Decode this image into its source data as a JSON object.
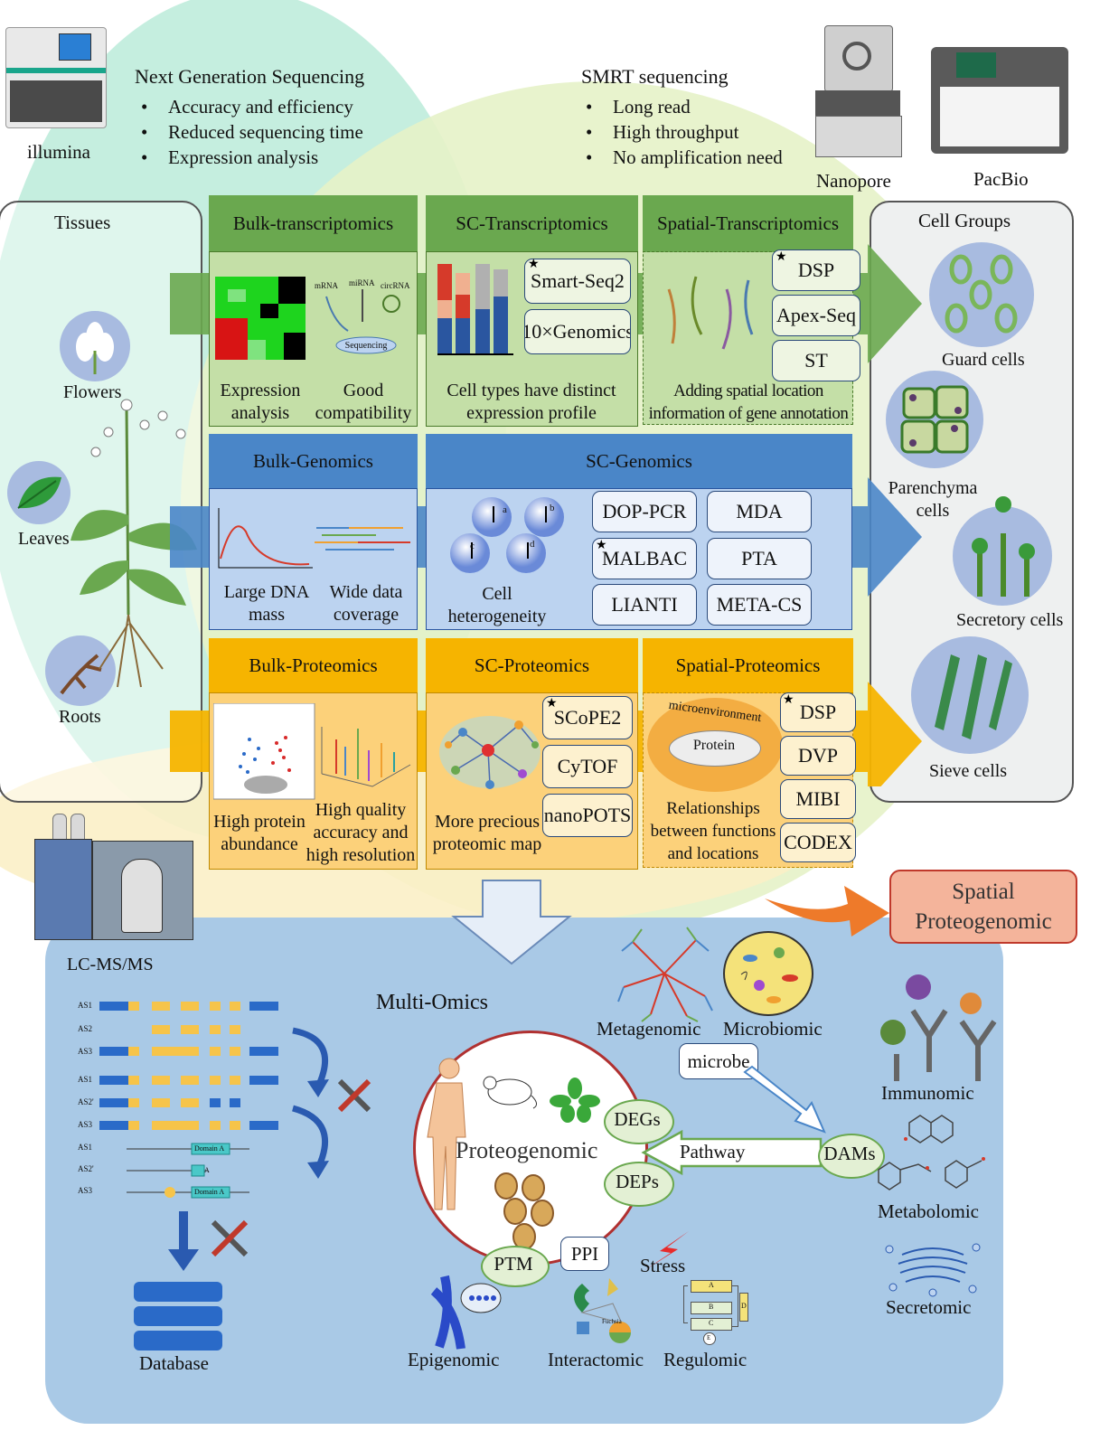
{
  "top": {
    "illumina_label": "illumina",
    "ngs_title": "Next Generation Sequencing",
    "ngs_bullets": [
      "Accuracy and efficiency",
      "Reduced sequencing time",
      "Expression analysis"
    ],
    "smrt_title": "SMRT sequencing",
    "smrt_bullets": [
      "Long read",
      "High throughput",
      "No amplification need"
    ],
    "nanopore_label": "Nanopore",
    "pacbio_label": "PacBio"
  },
  "tissues": {
    "title": "Tissues",
    "items": [
      "Flowers",
      "Leaves",
      "Roots"
    ]
  },
  "cell_groups": {
    "title": "Cell Groups",
    "items": [
      "Guard cells",
      "Parenchyma cells",
      "Secretory cells",
      "Sieve cells"
    ]
  },
  "transcriptomics": {
    "bulk_title": "Bulk-transcriptomics",
    "bulk_rna_labels": [
      "mRNA",
      "miRNA",
      "circRNA"
    ],
    "bulk_sequencing_label": "Sequencing",
    "bulk_captions": [
      "Expression analysis",
      "Good compatibility"
    ],
    "sc_title": "SC-Transcriptomics",
    "sc_methods": [
      "Smart-Seq2",
      "10×Genomics"
    ],
    "sc_caption": "Cell types have distinct expression profile",
    "spatial_title": "Spatial-Transcriptomics",
    "spatial_methods": [
      "DSP",
      "Apex-Seq",
      "ST"
    ],
    "spatial_caption": "Adding spatial location information of gene annotation"
  },
  "genomics": {
    "bulk_title": "Bulk-Genomics",
    "bulk_captions": [
      "Large DNA mass",
      "Wide data coverage"
    ],
    "sc_title": "SC-Genomics",
    "sc_caption": "Cell heterogeneity",
    "cell_letters": [
      "a",
      "b",
      "c",
      "d"
    ],
    "sc_methods": [
      "DOP-PCR",
      "MDA",
      "MALBAC",
      "PTA",
      "LIANTI",
      "META-CS"
    ]
  },
  "proteomics": {
    "bulk_title": "Bulk-Proteomics",
    "bulk_captions": [
      "High protein abundance",
      "High quality accuracy and high resolution"
    ],
    "sc_title": "SC-Proteomics",
    "sc_methods": [
      "SCoPE2",
      "CyTOF",
      "nanoPOTS"
    ],
    "sc_caption": "More precious proteomic map",
    "spatial_title": "Spatial-Proteomics",
    "spatial_micro": "microenvironment",
    "spatial_protein": "Protein",
    "spatial_methods": [
      "DSP",
      "DVP",
      "MIBI",
      "CODEX"
    ],
    "spatial_caption": "Relationships between functions and locations"
  },
  "bottom": {
    "spatial_proteogenomic": "Spatial Proteogenomic",
    "lcms_label": "LC-MS/MS",
    "multiomics_title": "Multi-Omics",
    "isoforms_a": [
      "AS1",
      "AS2",
      "AS3"
    ],
    "isoforms_b": [
      "AS1",
      "AS2'",
      "AS3"
    ],
    "isoforms_c": [
      "AS1",
      "AS2'",
      "AS3"
    ],
    "domain_labels": [
      "Domain A",
      "A",
      "Domain A"
    ],
    "database_label": "Database",
    "proteogenomic_label": "Proteogenomic",
    "degs": "DEGs",
    "deps": "DEPs",
    "dams": "DAMs",
    "pathway": "Pathway",
    "microbe": "microbe",
    "ptm": "PTM",
    "ppi": "PPI",
    "stress": "Stress",
    "interactome_sub": "Fuchsia",
    "regulome_boxes": [
      "A",
      "B",
      "C",
      "E",
      "D"
    ],
    "omics": [
      "Metagenomic",
      "Microbiomic",
      "Immunomic",
      "Metabolomic",
      "Secretomic",
      "Epigenomic",
      "Interactomic",
      "Regulomic"
    ]
  },
  "colors": {
    "green_band": "#6aa84f",
    "blue_band": "#4a86c8",
    "yellow_band": "#f6b400",
    "bottom_panel": "#a9c9e6",
    "spatial_proteo_fill": "#f4b49b",
    "spatial_proteo_border": "#c0392b"
  }
}
